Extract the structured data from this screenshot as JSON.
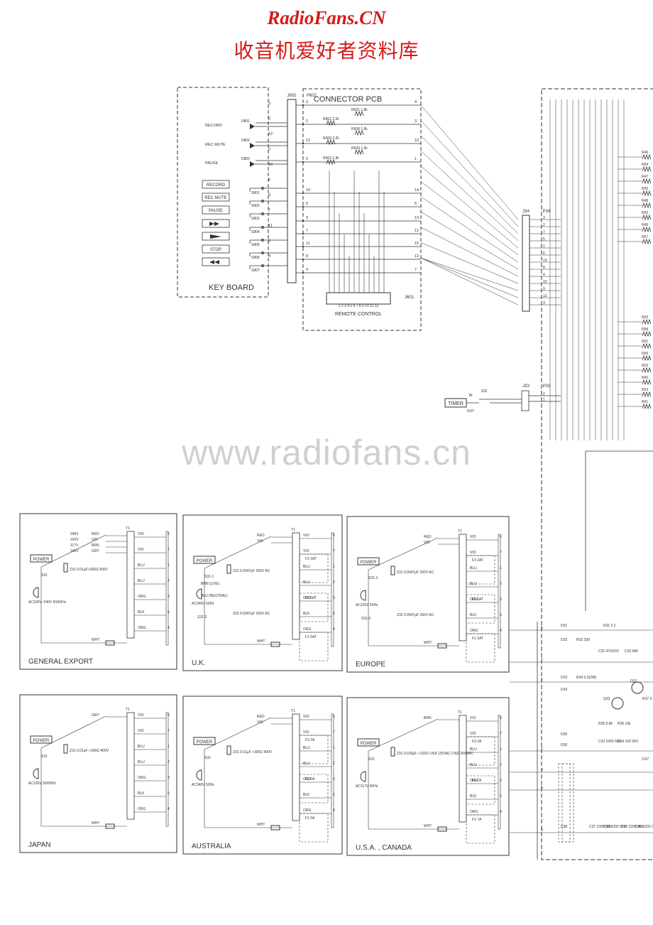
{
  "header": {
    "brand": "RadioFans.CN",
    "subtitle": "收音机爱好者资料库"
  },
  "watermark": "www.radiofans.cn",
  "keyboard": {
    "title": "KEY BOARD",
    "leds": [
      {
        "label": "RECORD",
        "ref": "D801"
      },
      {
        "label": "REC MUTE",
        "ref": "D802"
      },
      {
        "label": "PAUSE",
        "ref": "D803"
      }
    ],
    "keys": [
      {
        "label": "RECORD",
        "ref": "S801",
        "icon": ""
      },
      {
        "label": "REC MUTE",
        "ref": "S802",
        "icon": ""
      },
      {
        "label": "PAUSE",
        "ref": "S803",
        "icon": ""
      },
      {
        "label": "",
        "ref": "S804",
        "icon": "fast-forward-icon"
      },
      {
        "label": "",
        "ref": "S805",
        "icon": "play-icon"
      },
      {
        "label": "STOP",
        "ref": "S806",
        "icon": ""
      },
      {
        "label": "",
        "ref": "S807",
        "icon": "rewind-icon"
      }
    ],
    "pins_left": [
      "3",
      "2",
      "12",
      "5",
      "10",
      "6",
      "9",
      "7",
      "11",
      "8",
      "4"
    ]
  },
  "connector_pcb": {
    "title": "CONNECTOR PCB",
    "jack_left": "J602",
    "jack_right": "P602",
    "resistors": [
      "R601 1.8k",
      "R602 2.2k",
      "R608 1.8k",
      "R609 2.2k",
      "R604 1.5k",
      "R603 1.8k"
    ],
    "left_pins": [
      "3",
      "2",
      "12",
      "5",
      "10",
      "6",
      "9",
      "7",
      "11",
      "8",
      "4"
    ],
    "right_pins": [
      "4",
      "3",
      "10",
      "1",
      "14",
      "6",
      "13",
      "11",
      "15",
      "12",
      "7"
    ],
    "remote_label": "REMOTE CONTROL",
    "remote_ref": "J601",
    "remote_pins": "1 2 3 4 5 6 7 8 9 10 11 12"
  },
  "right_connectors": {
    "j34": "J34",
    "p34": "P34",
    "p34_pins": [
      "3",
      "2",
      "7",
      "5",
      "1",
      "6",
      "10",
      "8",
      "4",
      "15",
      "9",
      "12",
      "3"
    ],
    "j33": "J33",
    "p33": "P33",
    "p33_pins": [
      "2",
      "1"
    ],
    "resistor_labels": [
      "R46",
      "R54",
      "R47",
      "R55",
      "R48",
      "R56",
      "R49",
      "R57",
      "R50",
      "R58",
      "R51",
      "R59",
      "R52",
      "R60",
      "R53",
      "R61"
    ]
  },
  "timer": {
    "label": "TIMER",
    "switch": "S32",
    "in_label": "IN",
    "out_label": "OUT"
  },
  "power_variants": [
    {
      "name": "GENERAL EXPORT",
      "power": "POWER",
      "switch": "S31",
      "cap": "Z31 0.01μF+300Ω 400V",
      "ac": "AC100V~240V 50/60Hz",
      "taps": [
        "240V",
        "220V",
        "117V",
        "100V"
      ],
      "wires": [
        "RED",
        "VIO",
        "BRN",
        "GRY"
      ],
      "secondary": [
        "VIO",
        "VIO",
        "BLU",
        "BLU",
        "ORG",
        "BLK",
        "ORG"
      ],
      "sec_pins": [
        "6",
        "7",
        "1",
        "2",
        "3",
        "5",
        "4"
      ],
      "bottom": "WHT",
      "fuses": []
    },
    {
      "name": "U.K.",
      "power": "POWER",
      "switch": "S31-1",
      "switch2": "S31-2",
      "cap": "Z31 0.0047μF 250V AC",
      "cap2": "Z32 0.0047μF 250V AC",
      "ac": "AC240V 50Hz",
      "live": "BRN (LIVE)",
      "neutral": "BLU (NEUTRAL)",
      "wires": [
        "RED",
        "VIO"
      ],
      "secondary": [
        "VIO",
        "VIO",
        "BLU",
        "BLU",
        "ORG",
        "BLK",
        "ORG"
      ],
      "sec_pins": [
        "6",
        "7",
        "1",
        "2",
        "3",
        "5",
        "4"
      ],
      "bottom": "WHT",
      "fuses": [
        "F3 2AT",
        "F2 5AT",
        "F1 5AT"
      ]
    },
    {
      "name": "EUROPE",
      "power": "POWER",
      "switch": "S31-1",
      "switch2": "S31-2",
      "cap": "Z31 0.0047μF 250V AC",
      "cap2": "Z32 0.0047μF 250V AC",
      "ac": "AC220V 50Hz",
      "wires": [
        "RED",
        "VIO"
      ],
      "secondary": [
        "VIO",
        "VIO",
        "BLU",
        "BLU",
        "ORG",
        "BLK",
        "ORG"
      ],
      "sec_pins": [
        "6",
        "7",
        "1",
        "2",
        "3",
        "5",
        "4"
      ],
      "bottom": "WHT",
      "fuses": [
        "F3 2AT",
        "F2 5AT",
        "F1 5AT"
      ]
    },
    {
      "name": "JAPAN",
      "power": "POWER",
      "switch": "S31",
      "cap": "Z31 0.01μF +300Ω 400V",
      "ac": "AC100V 50/60Hz",
      "wires": [
        "GRY"
      ],
      "secondary": [
        "VIO",
        "VIO",
        "BLU",
        "BLU",
        "ORG",
        "BLK",
        "ORG"
      ],
      "sec_pins": [
        "6",
        "7",
        "1",
        "2",
        "3",
        "5",
        "4"
      ],
      "bottom": "WHT",
      "fuses": []
    },
    {
      "name": "AUSTRALIA",
      "power": "POWER",
      "switch": "S31",
      "cap": "Z31 0.01μF +300Ω 400V",
      "ac": "AC240V 50Hz",
      "wires": [
        "RED",
        "VIO"
      ],
      "secondary": [
        "VIO",
        "VIO",
        "BLU",
        "BLU",
        "ORG",
        "BLK",
        "ORG"
      ],
      "sec_pins": [
        "6",
        "7",
        "1",
        "2",
        "3",
        "5",
        "4"
      ],
      "bottom": "WHT",
      "fuses": [
        "F3 2A",
        "F2 5A",
        "F1 5A"
      ]
    },
    {
      "name": "U.S.A. , CANADA",
      "power": "POWER",
      "switch": "S31",
      "cap": "Z31 0.033μF +120Ω USA 125VAC CND 250VAC",
      "ac": "AC117V 60Hz",
      "wires": [
        "BRN"
      ],
      "secondary": [
        "VIO",
        "VIO",
        "BLU",
        "BLU",
        "ORG",
        "BLK",
        "ORG"
      ],
      "sec_pins": [
        "6",
        "7",
        "1",
        "2",
        "3",
        "5",
        "4"
      ],
      "bottom": "WHT",
      "fuses": [
        "F3 2A",
        "F2 7A",
        "F1 7A"
      ]
    }
  ],
  "power_supply": {
    "labels": [
      "D31",
      "R31 2.2",
      "D32",
      "R32 330",
      "C31 470/16V",
      "C33 680",
      "D33",
      "R34 3.3(2W)",
      "Q31",
      "R37 3.9k",
      "D34",
      "Q32",
      "R35 6.8k",
      "R36 10k",
      "C33 1000 50V",
      "C34 100 35V",
      "D35",
      "D36",
      "D37",
      "C37 1000 50V",
      "C38 1000 50V",
      "C39 2200 25V",
      "C40 2200 25V",
      "D38"
    ],
    "pins": [
      "6",
      "7",
      "1",
      "2",
      "3",
      "5",
      "4"
    ]
  }
}
